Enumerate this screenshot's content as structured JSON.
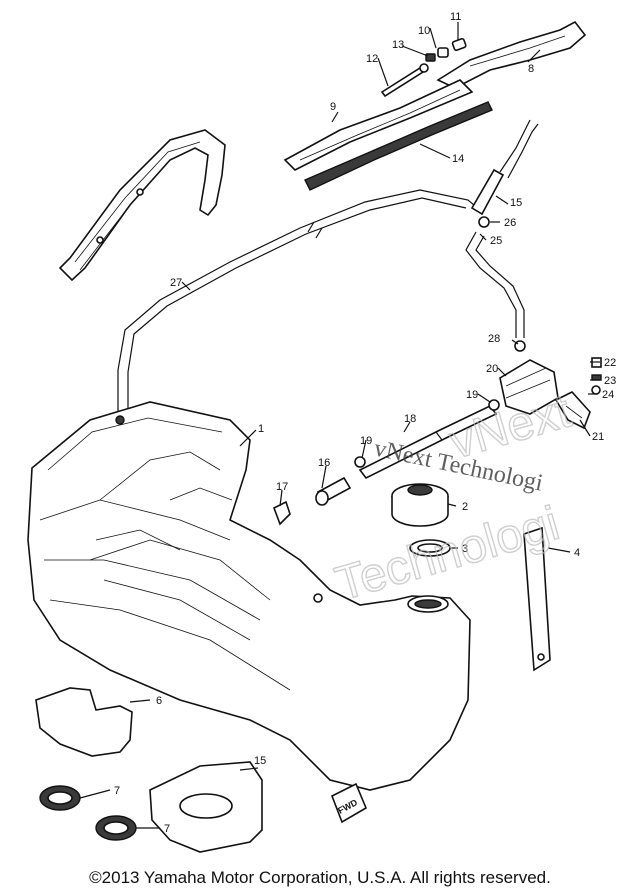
{
  "diagram": {
    "callouts": [
      "1",
      "2",
      "3",
      "4",
      "6",
      "7",
      "7",
      "8",
      "9",
      "10",
      "11",
      "12",
      "13",
      "14",
      "15",
      "15",
      "16",
      "17",
      "18",
      "19",
      "19",
      "20",
      "21",
      "22",
      "23",
      "24",
      "25",
      "26",
      "27",
      "28"
    ]
  },
  "watermark": {
    "line1": "vNext Technologi",
    "ghost1": "vNext",
    "ghost2": "Technologi"
  },
  "fwd_mark": "FWD",
  "footer": {
    "copyright": "©2013 Yamaha Motor Corporation, U.S.A. All rights reserved."
  }
}
